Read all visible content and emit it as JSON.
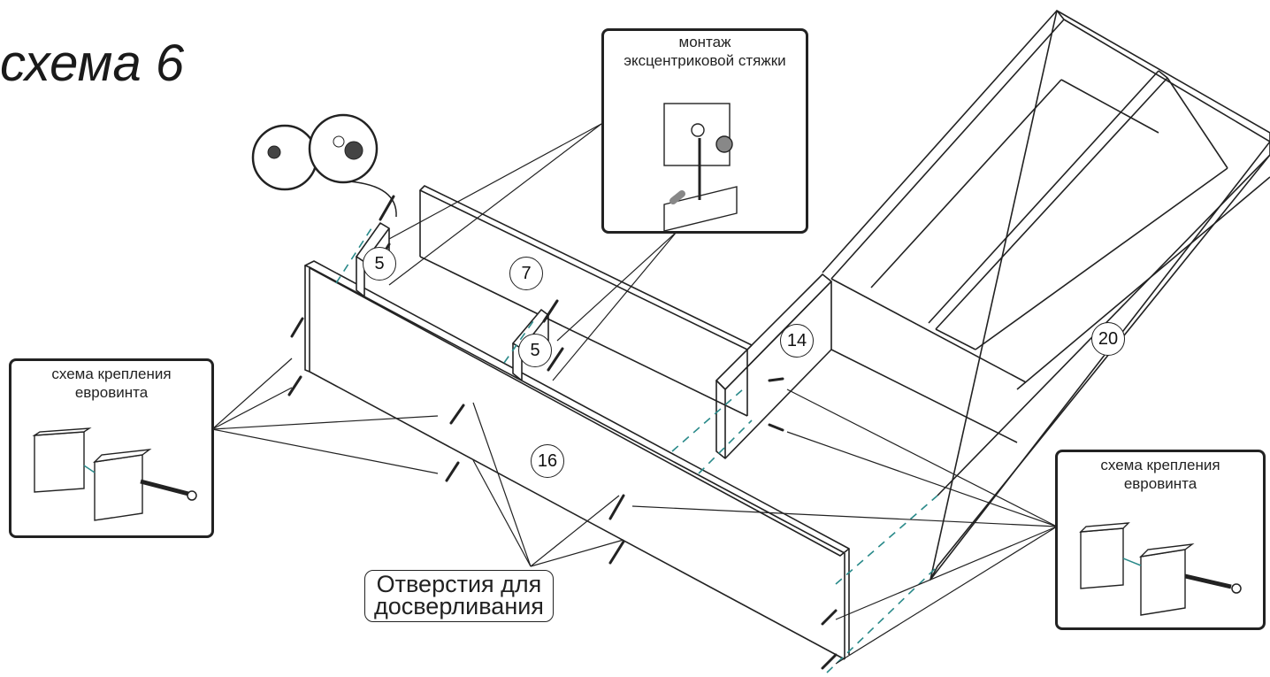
{
  "title": "схема 6",
  "insets": {
    "eccentric": {
      "title": "монтаж эксцентриковой стяжки"
    },
    "euro_left": {
      "title": "схема крепления евровинта"
    },
    "euro_right": {
      "title": "схема крепления евровинта"
    }
  },
  "note": {
    "line1": "Отверстия для",
    "line2": "досверливания"
  },
  "parts": [
    {
      "id": "p5a",
      "label": "5"
    },
    {
      "id": "p7",
      "label": "7"
    },
    {
      "id": "p5b",
      "label": "5"
    },
    {
      "id": "p14",
      "label": "14"
    },
    {
      "id": "p16",
      "label": "16"
    },
    {
      "id": "p20",
      "label": "20"
    }
  ],
  "colors": {
    "line": "#222222",
    "dash": "#2a8a8a",
    "fill": "#ffffff",
    "gray": "#8a8a8a"
  }
}
